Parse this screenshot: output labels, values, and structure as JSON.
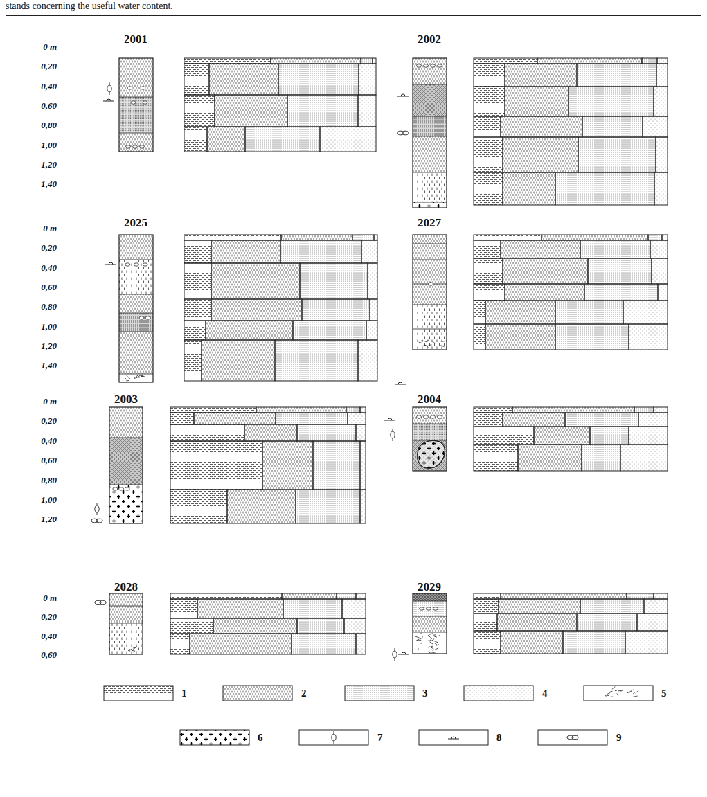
{
  "diagram": {
    "labels": [
      "stands concerning the useful water content.",
      "0 m",
      "0,20",
      "0,40",
      "0,60",
      "0,80",
      "1,00",
      "1,20",
      "1,40",
      "2001",
      "2002",
      "0 m",
      "0,20",
      "0,40",
      "0,60",
      "0,80",
      "1,00",
      "1,20",
      "1,40",
      "2025",
      "2027",
      "0 m",
      "0,20",
      "0,40",
      "0,60",
      "0,80",
      "1,00",
      "1,20",
      "2003",
      "2004",
      "0 m",
      "0,20",
      "0,40",
      "0,60",
      "2028",
      "2029"
    ],
    "legend": [
      {
        "text": "1"
      },
      {
        "text": "2"
      },
      {
        "text": "3"
      },
      {
        "text": "4"
      },
      {
        "text": "5"
      },
      {
        "text": "6"
      },
      {
        "text": "7"
      },
      {
        "text": "8"
      },
      {
        "text": "9"
      }
    ]
  }
}
